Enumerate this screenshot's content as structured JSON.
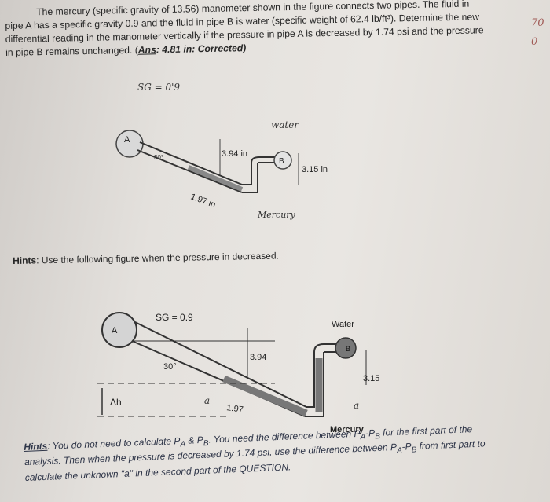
{
  "problem": {
    "line1": "The mercury (specific gravity of 13.56) manometer shown in the figure connects two pipes. The fluid in",
    "line2": "pipe A has a specific gravity 0.9 and the fluid in pipe B is water (specific weight of 62.4 lb/ft³). Determine the new",
    "line3": "differential reading in the manometer vertically if the pressure in pipe A is decreased by 1.74 psi and the pressure",
    "line4": "in pipe B remains unchanged. (",
    "ans_label": "Ans",
    "ans_value": ": 4.81 in: Corrected)"
  },
  "margin_note": [
    "70",
    "0"
  ],
  "figure1": {
    "sg": "SG = 0'9",
    "water": "water",
    "pipe_a": "A",
    "pipe_b": "B",
    "angle": "30°",
    "dim_vertical": "3.94 in",
    "dim_right": "3.15 in",
    "dim_incline": "1.97 in",
    "mercury": "Mercury"
  },
  "hint1": {
    "label": "Hints",
    "text": ": Use the following figure when the pressure in decreased."
  },
  "figure2": {
    "sg": "SG = 0.9",
    "water": "Water",
    "pipe_a": "A",
    "pipe_b": "B",
    "angle": "30°",
    "dim_vertical": "3.94",
    "dim_right": "3.15",
    "dim_incline": "1.97",
    "delta_h": "Δh",
    "a_left": "a",
    "a_right": "a",
    "mercury": "Mercury"
  },
  "hint2": {
    "label": "Hints",
    "line1": ": You do not need to calculate P",
    "sub_a": "A",
    "line1b": " & P",
    "sub_b": "B",
    "line1c": ". You need the difference between P",
    "line1d": "-P",
    "line1e": " for the first part of the",
    "line2": "analysis. Then when the pressure is decreased by 1.74 psi, use the difference between P",
    "line2b": "-P",
    "line2c": " from first part to",
    "line3": "calculate the unknown \"a\" in the second part of the QUESTION."
  }
}
